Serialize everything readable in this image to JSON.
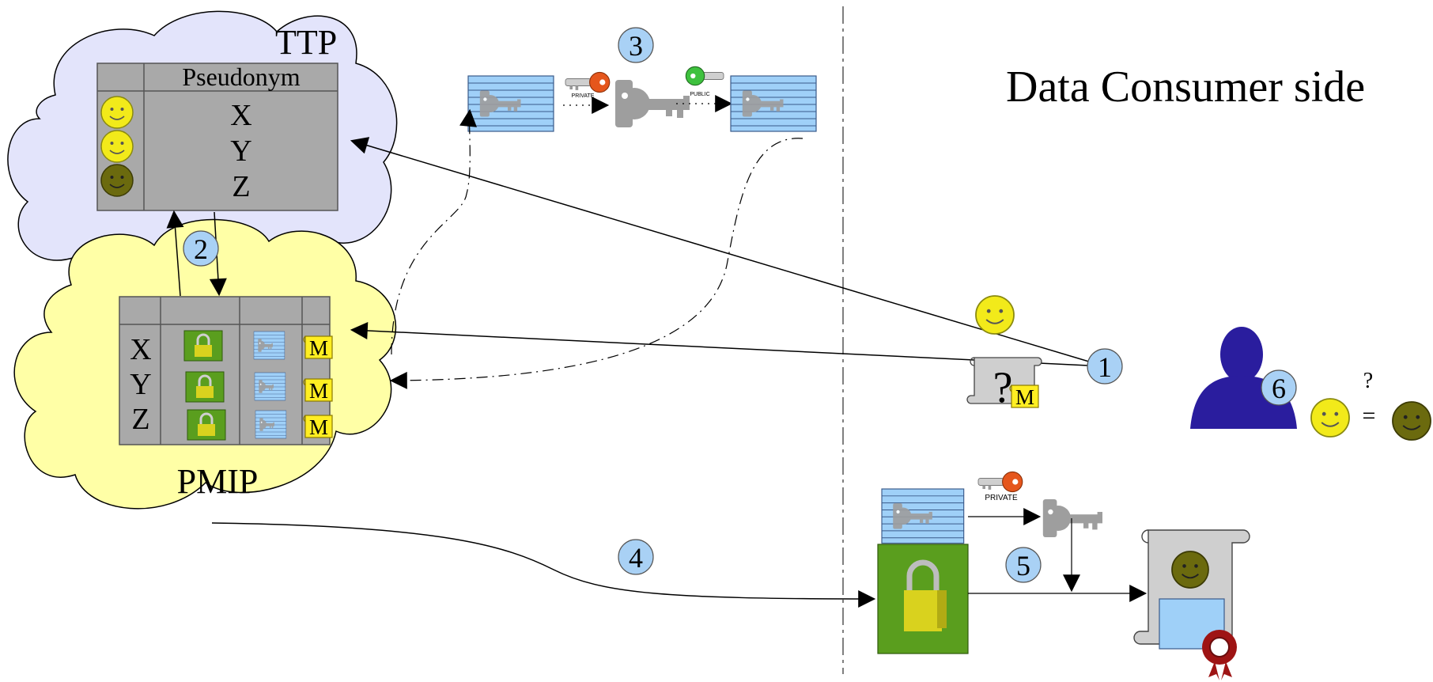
{
  "side_label": "Data Consumer side",
  "ttp": {
    "label": "TTP",
    "table_header": "Pseudonym",
    "rows": [
      "X",
      "Y",
      "Z"
    ]
  },
  "pmip": {
    "label": "PMIP",
    "rows": [
      "X",
      "Y",
      "Z"
    ],
    "metadata_label": "M"
  },
  "key_labels": {
    "private": "PRIVATE",
    "public": "PUBLIC"
  },
  "request_doc": {
    "symbol": "?",
    "metadata_label": "M"
  },
  "identity_check": {
    "question": "?",
    "equals": "="
  },
  "steps": [
    "1",
    "2",
    "3",
    "4",
    "5",
    "6"
  ],
  "colors": {
    "ttp_cloud": "#e3e4fb",
    "pmip_cloud": "#ffffa6",
    "table_gray": "#a9a9a9",
    "smiley_yellow": "#f2ea1a",
    "smiley_olive": "#6b6a0e",
    "lock_green": "#5a9e1e",
    "padlock_yellow": "#d9d21e",
    "step_badge": "#a9d1f5",
    "consumer_blue": "#2a1d9e",
    "key_gray": "#9e9e9e",
    "private_key_orange": "#e5561c",
    "public_key_green": "#3ec13e",
    "doc_blue": "#9fd0f8",
    "seal_red": "#9e1414"
  }
}
